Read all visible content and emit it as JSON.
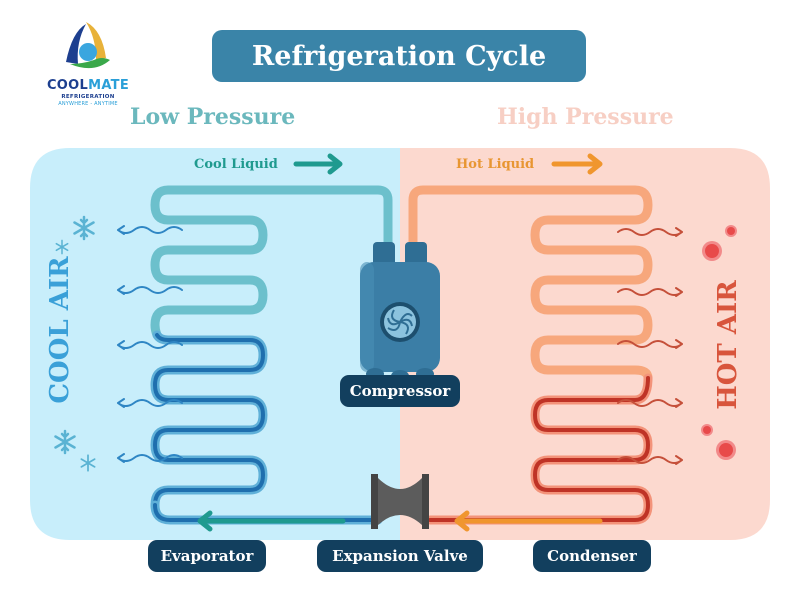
{
  "logo": {
    "brand_part1": "COOL",
    "brand_part2": "MATE",
    "subtitle": "REFRIGERATION",
    "tagline": "ANYWHERE - ANYTIME"
  },
  "title": "Refrigeration Cycle",
  "sections": {
    "low_pressure": "Low Pressure",
    "high_pressure": "High Pressure"
  },
  "flows": {
    "cool_liquid": "Cool Liquid",
    "hot_liquid": "Hot Liquid"
  },
  "side_labels": {
    "cool_air": "COOL AIR",
    "hot_air": "HOT AIR"
  },
  "components": {
    "compressor": "Compressor",
    "evaporator": "Evaporator",
    "expansion_valve": "Expansion Valve",
    "condenser": "Condenser"
  },
  "colors": {
    "low_bg": "#c8eefb",
    "high_bg": "#fcd9cf",
    "title_bg": "#3a84a8",
    "tag_bg": "#123f5e",
    "cool_pipe_light": "#6cc0cc",
    "cool_pipe_dark": "#1f6fae",
    "hot_pipe_light": "#f7a77c",
    "hot_pipe_dark": "#bf3326",
    "cool_arrow": "#1f9a8f",
    "hot_arrow": "#f0962e",
    "compressor": "#3b7ea6",
    "valve": "#5c5c5c"
  }
}
